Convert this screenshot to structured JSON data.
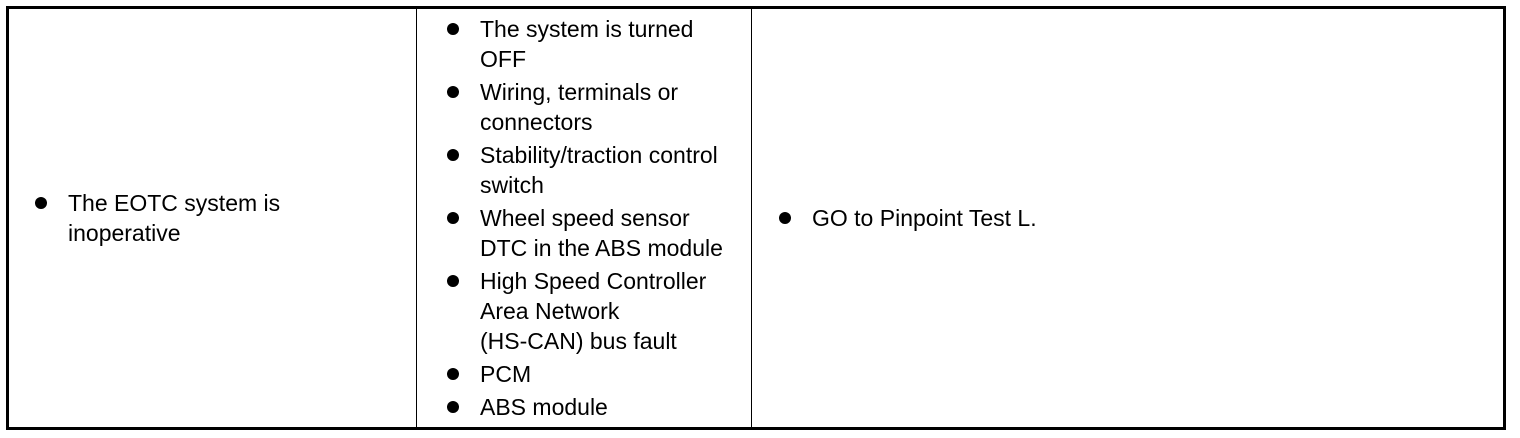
{
  "symptom": {
    "items": [
      "The EOTC system is\ninoperative"
    ]
  },
  "possible_causes": {
    "items": [
      "The system is turned\nOFF",
      "Wiring, terminals or\nconnectors",
      "Stability/traction control\nswitch",
      "Wheel speed sensor\nDTC in the ABS module",
      "High Speed Controller\nArea Network\n(HS-CAN) bus fault",
      "PCM",
      "ABS module"
    ]
  },
  "action": {
    "items": [
      "GO to Pinpoint Test L."
    ]
  }
}
